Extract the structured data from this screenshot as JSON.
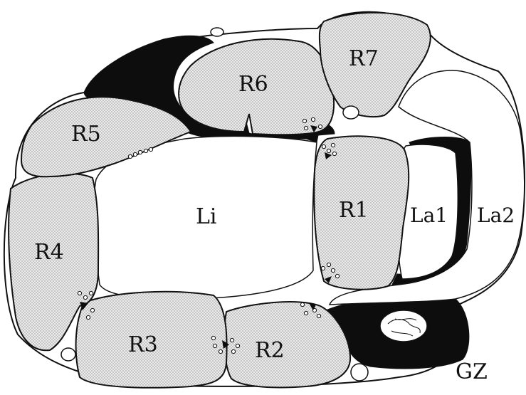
{
  "labels": {
    "r1": "R1",
    "r2": "R2",
    "r3": "R3",
    "r4": "R4",
    "r5": "R5",
    "r6": "R6",
    "r7": "R7",
    "li": "Li",
    "la1": "La1",
    "la2": "La2",
    "gz": "GZ"
  },
  "colors": {
    "stroke": "#111111",
    "dark_fill": "#0d0d0d",
    "light_fill": "#ffffff",
    "stipple_bg": "#ececec",
    "stipple_dot": "#8a8a8a"
  }
}
